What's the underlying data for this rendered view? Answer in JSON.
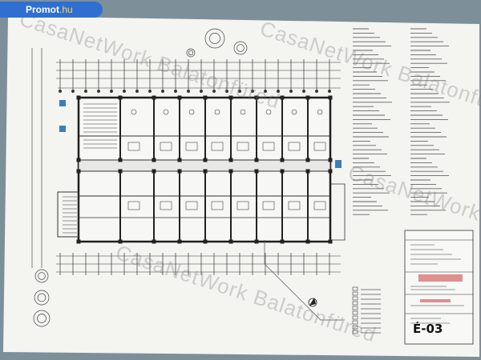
{
  "source_badge": {
    "name": "Promot",
    "tld": ".hu"
  },
  "watermarks": [
    "CasaNetWork Balatonfüred",
    "CasaNetWork Balatonfüred",
    "CasaNetWork Balatonfüred",
    "CasaNetWork Balatonfüred"
  ],
  "drawing": {
    "number": "É-03"
  },
  "colors": {
    "badge": "#2f6fd1",
    "paper": "#f4f4f1",
    "background": "#7d8f98",
    "ink": "#2a2a2a",
    "stamp_red": "#c83a3a",
    "accent_blue": "#3a7fb8"
  }
}
